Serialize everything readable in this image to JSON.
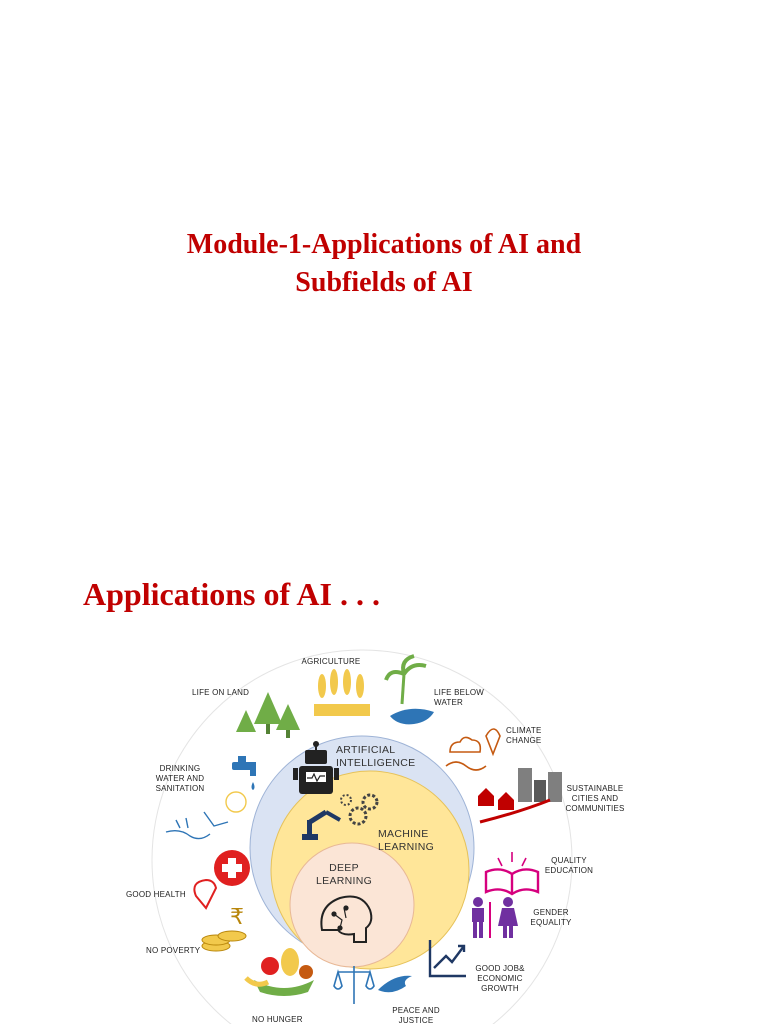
{
  "slide": {
    "title_line1": "Module-1-Applications of AI and",
    "title_line2": "Subfields of AI"
  },
  "section": {
    "heading": "Applications of AI . . ."
  },
  "diagram": {
    "rings": {
      "artificial_intelligence": "ARTIFICIAL\nINTELLIGENCE",
      "machine_learning": "MACHINE\nLEARNING",
      "deep_learning": "DEEP\nLEARNING"
    },
    "goals": {
      "agriculture": "AGRICULTURE",
      "life_on_land": "LIFE ON LAND",
      "life_below_water": "LIFE BELOW\nWATER",
      "climate_change": "CLIMATE\nCHANGE",
      "drinking_water": "DRINKING\nWATER AND\nSANITATION",
      "sustainable_cities": "SUSTAINABLE\nCITIES AND\nCOMMUNITIES",
      "quality_education": "QUALITY\nEDUCATION",
      "good_health": "GOOD HEALTH",
      "gender_equality": "GENDER\nEQUALITY",
      "no_poverty": "NO POVERTY",
      "good_job": "GOOD JOB&\nECONOMIC\nGROWTH",
      "no_hunger": "NO HUNGER",
      "peace_justice": "PEACE AND\nJUSTICE"
    },
    "colors": {
      "title_red": "#c00000",
      "ai_circle": "#dae3f3",
      "ml_circle": "#ffe699",
      "dl_circle": "#fbe5d6",
      "arc_grey": "#d9d9d9",
      "green": "#70ad47",
      "blue": "#2e75b6",
      "red": "#e02020",
      "magenta": "#d6007e",
      "gold": "#f2c94c",
      "purple": "#7030a0"
    },
    "icons": [
      "wheat-icon",
      "tree-icon",
      "palm-island-icon",
      "cloud-icon",
      "faucet-icon",
      "city-icon",
      "book-icon",
      "heart-cross-icon",
      "gender-icon",
      "rupee-coins-icon",
      "growth-chart-icon",
      "fruit-bowl-icon",
      "scales-dove-icon",
      "robot-icon",
      "robot-arm-icon",
      "brain-icon"
    ]
  }
}
